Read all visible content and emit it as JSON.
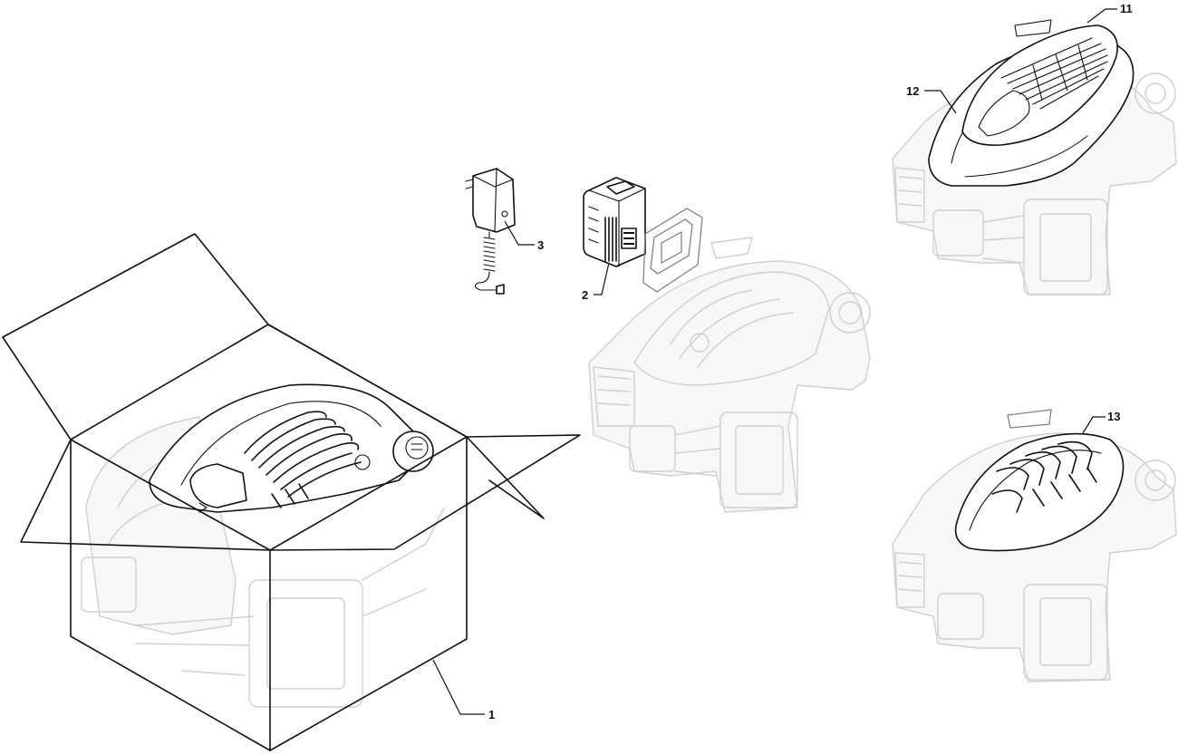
{
  "callouts": {
    "box": "1",
    "battery": "2",
    "charger": "3",
    "cover_grille": "11",
    "cover_shell": "12",
    "cover_alt": "13"
  }
}
